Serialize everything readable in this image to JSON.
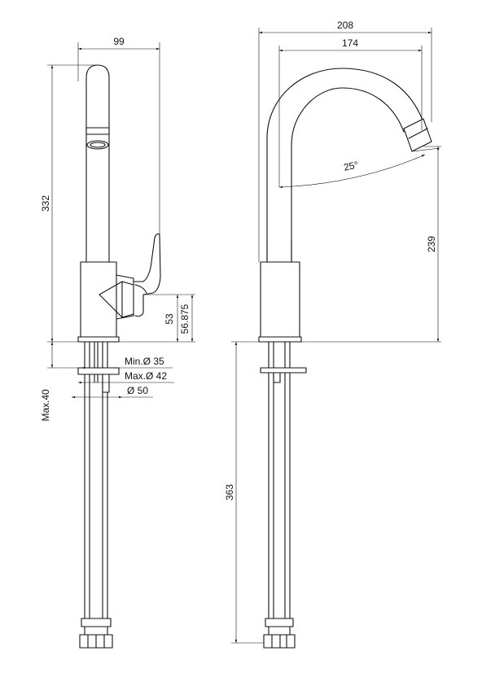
{
  "dimensions": {
    "side_width": "99",
    "side_height": "332",
    "lever_offset": "53",
    "lever_height": "56.875",
    "hole_min": "Min.Ø 35",
    "hole_max": "Max.Ø 42",
    "hole_washer": "Ø 50",
    "deck_max": "Max.40",
    "front_width": "208",
    "spout_reach": "174",
    "spout_angle": "25°",
    "spout_height": "239",
    "hose_length": "363"
  }
}
